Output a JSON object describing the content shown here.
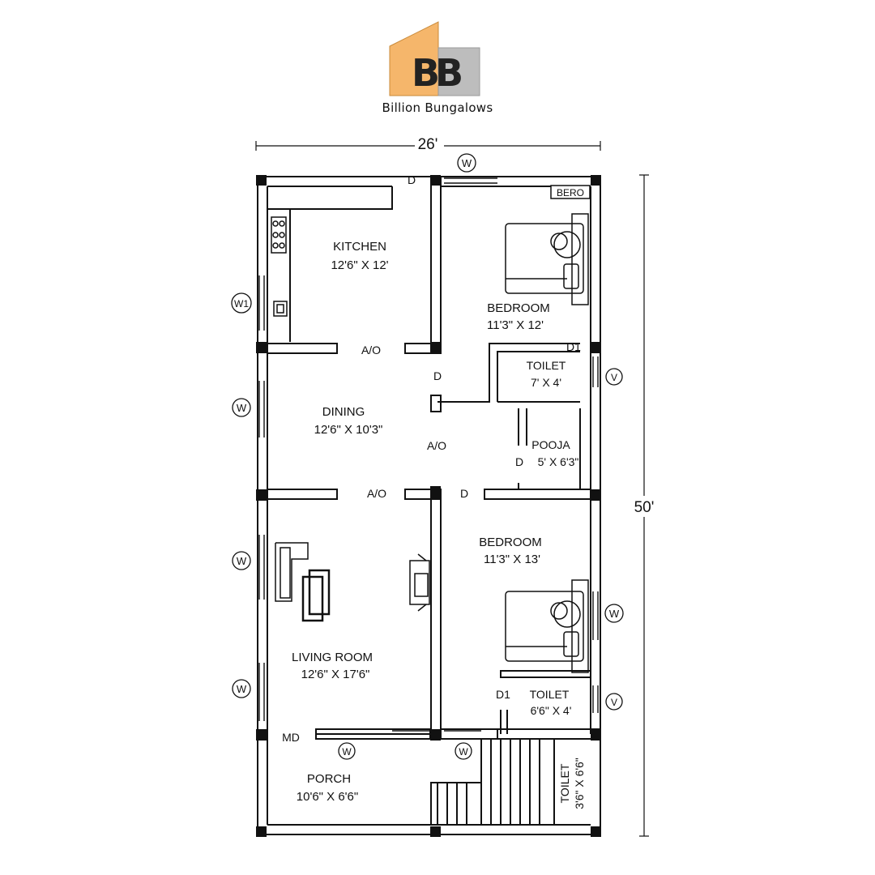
{
  "brand": {
    "monogram": "BB",
    "name": "Billion Bungalows",
    "colors": {
      "orange": "#f5b66b",
      "gray": "#bdbdbd",
      "dark": "#222222"
    }
  },
  "dimensions": {
    "width": "26'",
    "depth": "50'"
  },
  "rooms": {
    "kitchen": {
      "name": "KITCHEN",
      "size": "12'6\" X 12'"
    },
    "bedroom1": {
      "name": "BEDROOM",
      "size": "11'3\" X 12'"
    },
    "toilet1": {
      "name": "TOILET",
      "size": "7' X 4'"
    },
    "dining": {
      "name": "DINING",
      "size": "12'6\" X 10'3\""
    },
    "pooja": {
      "name": "POOJA",
      "size": "5' X 6'3\""
    },
    "bedroom2": {
      "name": "BEDROOM",
      "size": "11'3\" X 13'"
    },
    "living": {
      "name": "LIVING ROOM",
      "size": "12'6\" X 17'6\""
    },
    "toilet2": {
      "name": "TOILET",
      "size": "6'6\" X 4'"
    },
    "porch": {
      "name": "PORCH",
      "size": "10'6\" X 6'6\""
    },
    "toilet3": {
      "name": "TOILET",
      "size": "3'6\" X 6'6\""
    }
  },
  "labels": {
    "bero": "BERO",
    "door": "D",
    "door1": "D1",
    "arch": "A/O",
    "main_door": "MD",
    "window": "W",
    "window1": "W1",
    "ventilator": "V"
  }
}
